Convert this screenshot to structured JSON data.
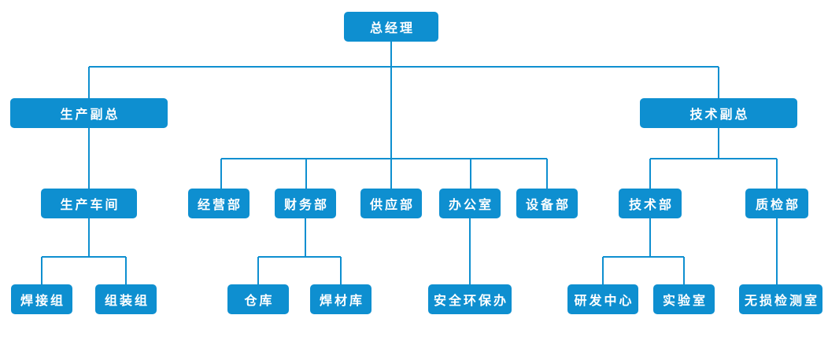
{
  "colors": {
    "node-bg": "#0E8FD0",
    "node-text": "#FFFFFF",
    "connector": "#0E8FD0",
    "background": "#FFFFFF"
  },
  "nodes": {
    "general_manager": "总经理",
    "production_vp": "生产副总",
    "technical_vp": "技术副总",
    "production_workshop": "生产车间",
    "business_dept": "经营部",
    "finance_dept": "财务部",
    "supply_dept": "供应部",
    "office": "办公室",
    "equipment_dept": "设备部",
    "technical_dept": "技术部",
    "quality_dept": "质检部",
    "welding_group": "焊接组",
    "assembly_group": "组装组",
    "warehouse": "仓库",
    "welding_material_warehouse": "焊材库",
    "safety_environment_office": "安全环保办",
    "rd_center": "研发中心",
    "laboratory": "实验室",
    "ndt_room": "无损检测室"
  },
  "edges": [
    [
      "总经理",
      "生产副总"
    ],
    [
      "总经理",
      "经营部"
    ],
    [
      "总经理",
      "财务部"
    ],
    [
      "总经理",
      "供应部"
    ],
    [
      "总经理",
      "办公室"
    ],
    [
      "总经理",
      "设备部"
    ],
    [
      "总经理",
      "技术副总"
    ],
    [
      "生产副总",
      "生产车间"
    ],
    [
      "生产车间",
      "焊接组"
    ],
    [
      "生产车间",
      "组装组"
    ],
    [
      "财务部",
      "仓库"
    ],
    [
      "财务部",
      "焊材库"
    ],
    [
      "办公室",
      "安全环保办"
    ],
    [
      "技术副总",
      "技术部"
    ],
    [
      "技术副总",
      "质检部"
    ],
    [
      "技术部",
      "研发中心"
    ],
    [
      "技术部",
      "实验室"
    ],
    [
      "质检部",
      "无损检测室"
    ]
  ]
}
